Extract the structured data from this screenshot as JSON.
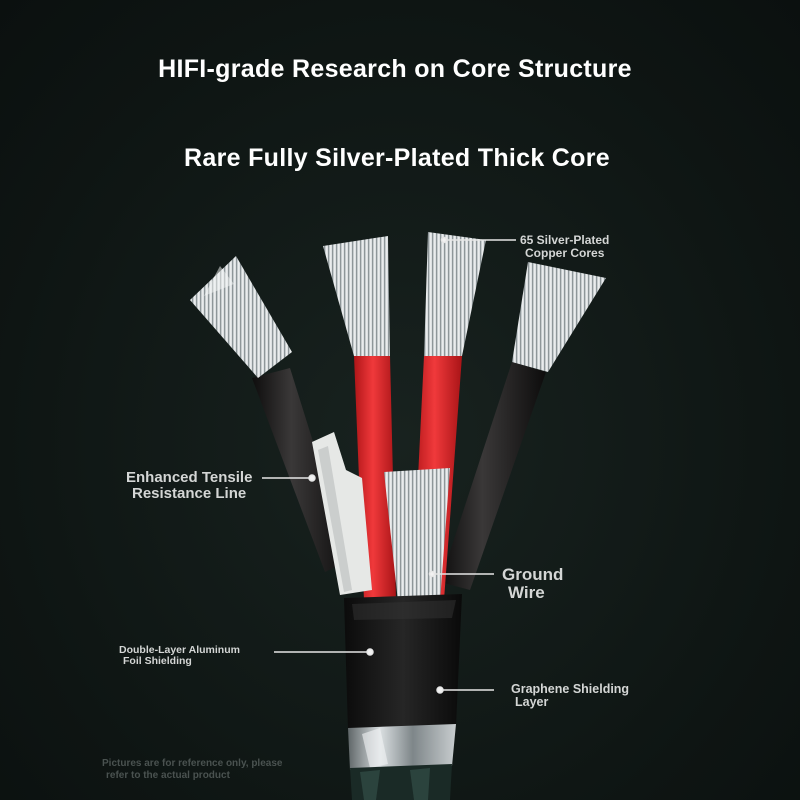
{
  "headline": {
    "main": "HIFI-grade Research on Core Structure",
    "sub": "Rare Fully Silver-Plated Thick Core"
  },
  "callouts": {
    "cores": {
      "line1": "65 Silver-Plated",
      "line2": "Copper Cores"
    },
    "tensile": {
      "line1": "Enhanced Tensile",
      "line2": "Resistance Line"
    },
    "ground": {
      "line1": "Ground",
      "line2": "Wire"
    },
    "foil": {
      "line1": "Double-Layer Aluminum",
      "line2": "Foil Shielding"
    },
    "graphene": {
      "line1": "Graphene Shielding",
      "line2": "Layer"
    }
  },
  "disclaimer": {
    "line1": "Pictures are for reference only, please",
    "line2": "refer to the actual product"
  },
  "colors": {
    "background": "#111917",
    "text": "#ffffff",
    "callout_text": "#d4d6d5",
    "red_insulation": "#e02528",
    "black_insulation": "#1b1a1a",
    "silver_strands": "#dadfe0"
  }
}
